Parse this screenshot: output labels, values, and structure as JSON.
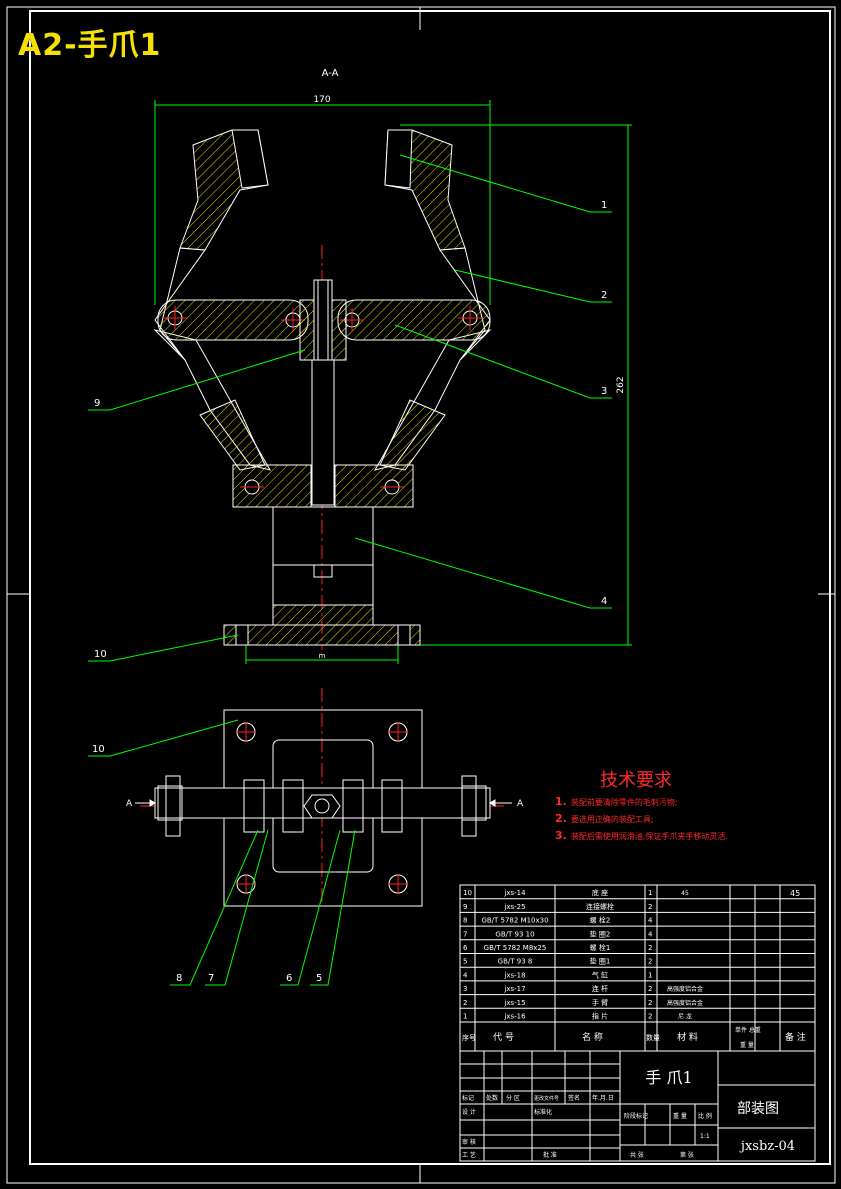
{
  "header": {
    "title": "A2-手爪1"
  },
  "drawing": {
    "section_label": "A-A",
    "dim_width": "170",
    "dim_height": "262",
    "dim_base": "m",
    "section_arrow_left": "A",
    "section_arrow_right": "A",
    "callouts": [
      "1",
      "2",
      "3",
      "4",
      "9",
      "10",
      "10",
      "8",
      "7",
      "6",
      "5"
    ]
  },
  "tech_requirements": {
    "title": "技术要求",
    "items": [
      {
        "num": "1.",
        "text": "装配前要清除零件的毛刺污物;"
      },
      {
        "num": "2.",
        "text": "要选用正确的装配工具;"
      },
      {
        "num": "3.",
        "text": "装配后需使用润滑油,保证手爪夹手移动灵活."
      }
    ]
  },
  "bom": {
    "rows": [
      {
        "no": "10",
        "code": "jxs-14",
        "name": "底 座",
        "qty": "1",
        "material": "45",
        "note": ""
      },
      {
        "no": "9",
        "code": "jxs-25",
        "name": "连接螺栓",
        "qty": "2",
        "material": "",
        "note": ""
      },
      {
        "no": "8",
        "code": "GB/T 5782 M10x30",
        "name": "螺 栓2",
        "qty": "4",
        "material": "",
        "note": ""
      },
      {
        "no": "7",
        "code": "GB/T 93 10",
        "name": "垫 圈2",
        "qty": "4",
        "material": "",
        "note": ""
      },
      {
        "no": "6",
        "code": "GB/T 5782 M8x25",
        "name": "螺 栓1",
        "qty": "2",
        "material": "",
        "note": ""
      },
      {
        "no": "5",
        "code": "GB/T 93 8",
        "name": "垫 圈1",
        "qty": "2",
        "material": "",
        "note": ""
      },
      {
        "no": "4",
        "code": "jxs-18",
        "name": "气 缸",
        "qty": "1",
        "material": "",
        "note": ""
      },
      {
        "no": "3",
        "code": "jxs-17",
        "name": "连 杆",
        "qty": "2",
        "material": "高强度铝合金",
        "note": ""
      },
      {
        "no": "2",
        "code": "jxs-15",
        "name": "手 臂",
        "qty": "2",
        "material": "高强度铝合金",
        "note": ""
      },
      {
        "no": "1",
        "code": "jxs-16",
        "name": "指 片",
        "qty": "2",
        "material": "尼 龙",
        "note": ""
      }
    ],
    "corner_value": "45",
    "header": {
      "no": "序号",
      "code": "代 号",
      "name": "名 称",
      "qty": "数量",
      "material": "材 料",
      "weight": "单件 总重",
      "weight2": "重 量",
      "note": "备 注"
    }
  },
  "title_block": {
    "part_name": "手 爪1",
    "drawing_type": "部装图",
    "drawing_no": "jxsbz-04",
    "scale": "1:1",
    "sheets": "共 张",
    "sheet_no": "第 张",
    "labels": {
      "mark": "标记",
      "count": "处数",
      "zone": "分 区",
      "change_doc": "更改文件号",
      "sign": "签名",
      "date": "年.月.日",
      "design": "设 计",
      "std": "标准化",
      "stage_mark": "阶段标记",
      "weight": "重 量",
      "scale_lbl": "比 例",
      "review": "审 核",
      "process": "工 艺",
      "approve": "批 准"
    }
  }
}
